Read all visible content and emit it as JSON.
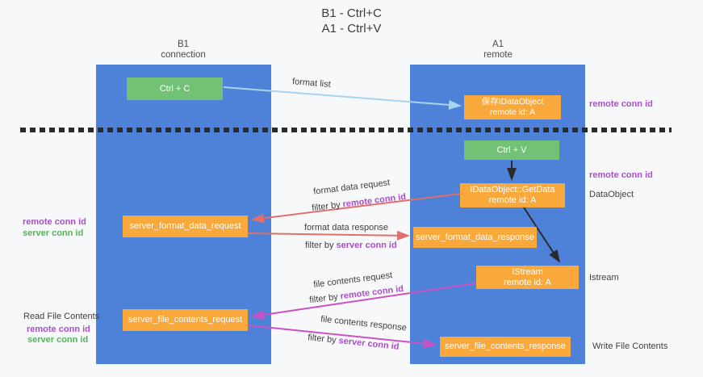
{
  "title": {
    "line1": "B1 - Ctrl+C",
    "line2": "A1 - Ctrl+V"
  },
  "lifelines": {
    "left": {
      "name": "B1",
      "role": "connection"
    },
    "right": {
      "name": "A1",
      "role": "remote"
    }
  },
  "nodes": {
    "ctrl_c": "Ctrl + C",
    "save_idataobject_line1": "保存IDataObject",
    "save_idataobject_line2": "remote id: A",
    "ctrl_v": "Ctrl + V",
    "getdata_line1": "IDataObject::GetData",
    "getdata_line2": "remote id: A",
    "istream_line1": "IStream",
    "istream_line2": "remote id: A",
    "server_format_data_request": "server_format_data_request",
    "server_format_data_response": "server_format_data_response",
    "server_file_contents_request": "server_file_contents_request",
    "server_file_contents_response": "server_file_contents_response"
  },
  "arrow_labels": {
    "format_list": "format list",
    "format_data_request": "format data request",
    "format_data_response": "format data response",
    "file_contents_request": "file contents request",
    "file_contents_response": "file contents response",
    "filter_by": "filter by ",
    "remote_conn_id": "remote conn id",
    "server_conn_id": "server conn id"
  },
  "side_labels": {
    "remote_conn_id_top": "remote conn id",
    "remote_conn_id_mid": "remote conn id",
    "dataobject": "DataObject",
    "istream": "Istream",
    "write_file_contents": "Write File Contents",
    "read_file_contents": "Read File Contents",
    "remote_conn_id": "remote conn id",
    "server_conn_id": "server conn id"
  },
  "colors": {
    "background": "#f7f8fa",
    "column_blue": "#4e82d8",
    "box_orange": "#f9a83c",
    "box_green": "#72c275",
    "label_purple": "#ab4fc8",
    "label_green": "#55b457",
    "arrow_salmon": "#e0706a",
    "arrow_magenta": "#cb52c4",
    "arrow_lightblue": "#a9d3ee",
    "arrow_black": "#2b2b2b"
  }
}
